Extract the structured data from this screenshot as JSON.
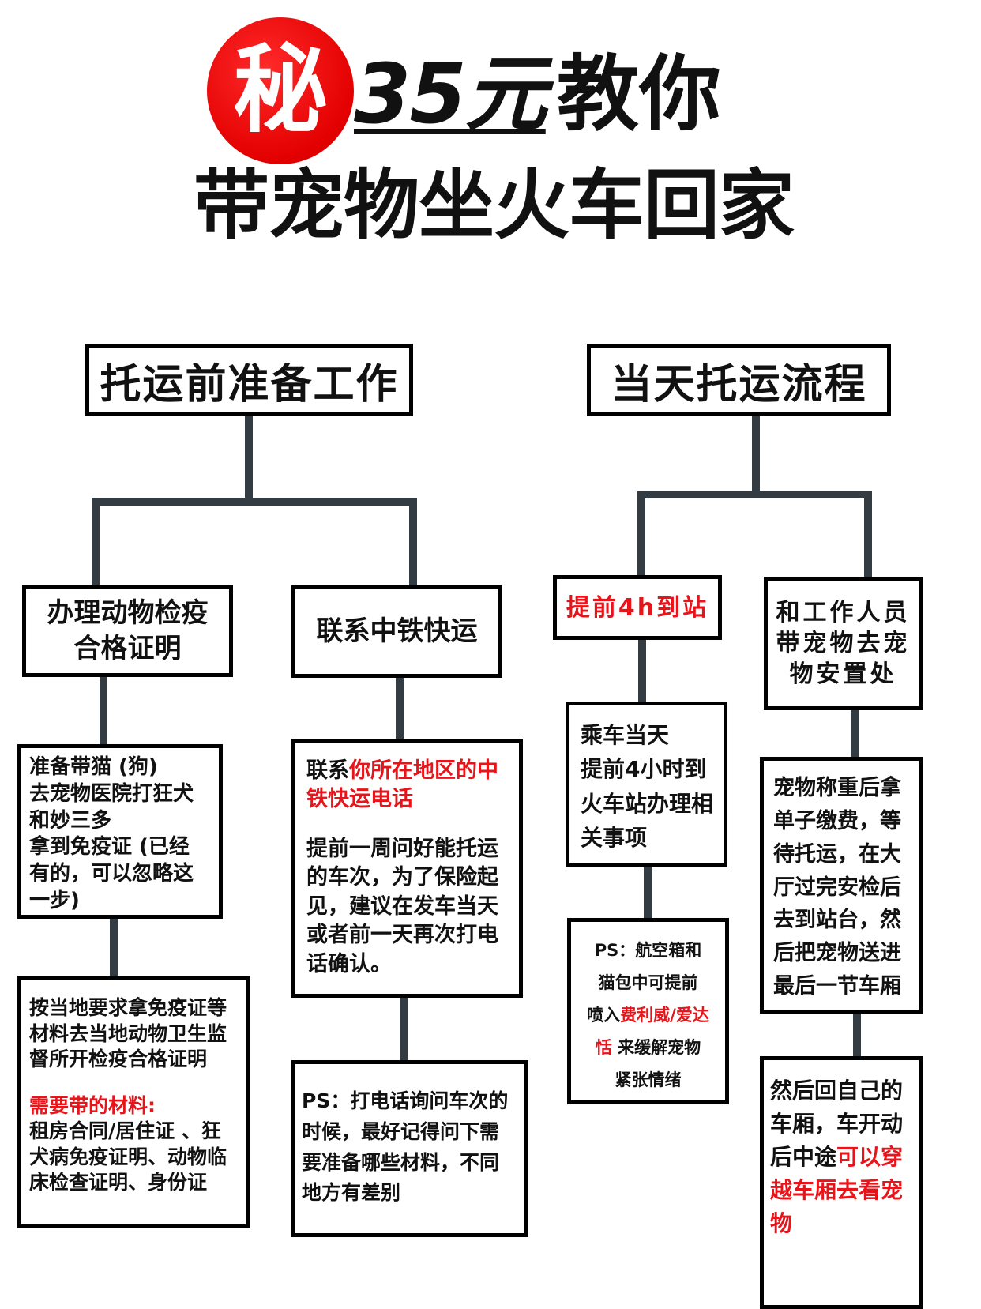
{
  "title": {
    "seal": "秘",
    "price": "35元",
    "teach": "教你",
    "subtitle": "带宠物坐火车回家"
  },
  "colors": {
    "accent": "#e8141a",
    "connector": "#333c42"
  },
  "left": {
    "header": "托运前准备工作",
    "a1": {
      "title": "办理动物检疫合格证明",
      "step1": [
        [
          {
            "t": "准备带猫 (狗)"
          }
        ],
        [
          {
            "t": "去宠物医院打狂犬"
          }
        ],
        [
          {
            "t": "和妙三多"
          }
        ],
        [
          {
            "t": "拿到免疫证 (已经"
          }
        ],
        [
          {
            "t": "有的，可以忽略这"
          }
        ],
        [
          {
            "t": "一步)"
          }
        ]
      ],
      "step2": [
        [
          {
            "t": "按当地要求拿免疫证等"
          }
        ],
        [
          {
            "t": "材料去当地动物卫生监"
          }
        ],
        [
          {
            "t": "督所开检疫合格证明"
          }
        ],
        [],
        [
          {
            "t": "需要带的材料:",
            "r": 1
          }
        ],
        [
          {
            "t": "租房合同/居住证 、狂"
          }
        ],
        [
          {
            "t": "犬病免疫证明、动物临"
          }
        ],
        [
          {
            "t": "床检查证明、身份证"
          }
        ]
      ]
    },
    "a2": {
      "title": "联系中铁快运",
      "step1": [
        [
          {
            "t": "联系"
          },
          {
            "t": "你所在地区的中",
            "r": 1
          }
        ],
        [
          {
            "t": "铁快运电话",
            "r": 1
          }
        ],
        [],
        [
          {
            "t": "提前一周问好能托运"
          }
        ],
        [
          {
            "t": "的车次，为了保险起"
          }
        ],
        [
          {
            "t": "见，建议在发车当天"
          }
        ],
        [
          {
            "t": "或者前一天再次打电"
          }
        ],
        [
          {
            "t": "话确认。"
          }
        ]
      ],
      "step2": [
        [
          {
            "t": "PS：打电话询问车次的"
          }
        ],
        [
          {
            "t": "时候，最好记得问下需"
          }
        ],
        [
          {
            "t": "要准备哪些材料，不同"
          }
        ],
        [
          {
            "t": "地方有差别"
          }
        ]
      ]
    }
  },
  "right": {
    "header": "当天托运流程",
    "b1": {
      "title": "提前4h到站",
      "step1": [
        [
          {
            "t": "乘车当天"
          }
        ],
        [
          {
            "t": "提前4小时到"
          }
        ],
        [
          {
            "t": "火车站办理相"
          }
        ],
        [
          {
            "t": "关事项"
          }
        ]
      ],
      "step2": [
        [
          {
            "t": "PS：航空箱和"
          }
        ],
        [
          {
            "t": "猫包中可提前"
          }
        ],
        [
          {
            "t": "喷入"
          },
          {
            "t": "费利威/爱达",
            "r": 1
          }
        ],
        [
          {
            "t": "恬",
            "r": 1
          },
          {
            "t": " 来缓解宠物"
          }
        ],
        [
          {
            "t": "紧张情绪"
          }
        ]
      ]
    },
    "b2": {
      "title": "和工作人员带宠物去宠物安置处",
      "step1": [
        [
          {
            "t": "宠物称重后拿"
          }
        ],
        [
          {
            "t": "单子缴费，等"
          }
        ],
        [
          {
            "t": "待托运，在大"
          }
        ],
        [
          {
            "t": "厅过完安检后"
          }
        ],
        [
          {
            "t": "去到站台，然"
          }
        ],
        [
          {
            "t": "后把宠物送进"
          }
        ],
        [
          {
            "t": "最后一节车厢"
          }
        ]
      ],
      "step2": [
        [
          {
            "t": "然后回自己的"
          }
        ],
        [
          {
            "t": "车厢，车开动"
          }
        ],
        [
          {
            "t": "后中途"
          },
          {
            "t": "可以穿",
            "r": 1
          }
        ],
        [
          {
            "t": "越车厢去看宠",
            "r": 1
          }
        ],
        [
          {
            "t": "物",
            "r": 1
          }
        ]
      ]
    }
  }
}
